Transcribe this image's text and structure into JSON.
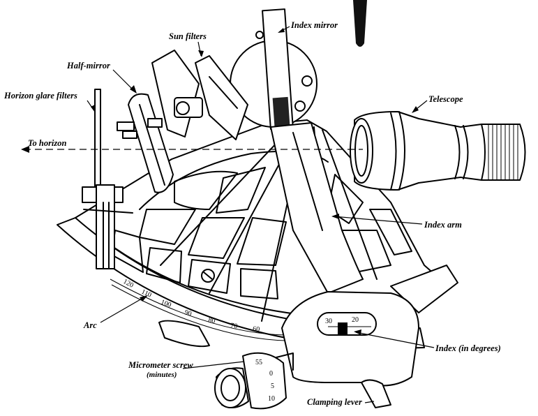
{
  "labels": {
    "index_mirror": "Index mirror",
    "sun_filters": "Sun filters",
    "half_mirror": "Half-mirror",
    "horizon_glare_filters": "Horizon glare filters",
    "to_horizon": "To horizon",
    "telescope": "Telescope",
    "index_arm": "Index arm",
    "arc": "Arc",
    "index_degrees": "Index (in degrees)",
    "micrometer_line1": "Micrometer screw",
    "micrometer_line2": "(minutes)",
    "clamping_lever": "Clamping lever"
  },
  "arc_scale": [
    "120",
    "110",
    "100",
    "90",
    "80",
    "70",
    "60"
  ],
  "index_window": [
    "30",
    "20"
  ],
  "micrometer_scale": [
    "55",
    "0",
    "5",
    "10"
  ]
}
